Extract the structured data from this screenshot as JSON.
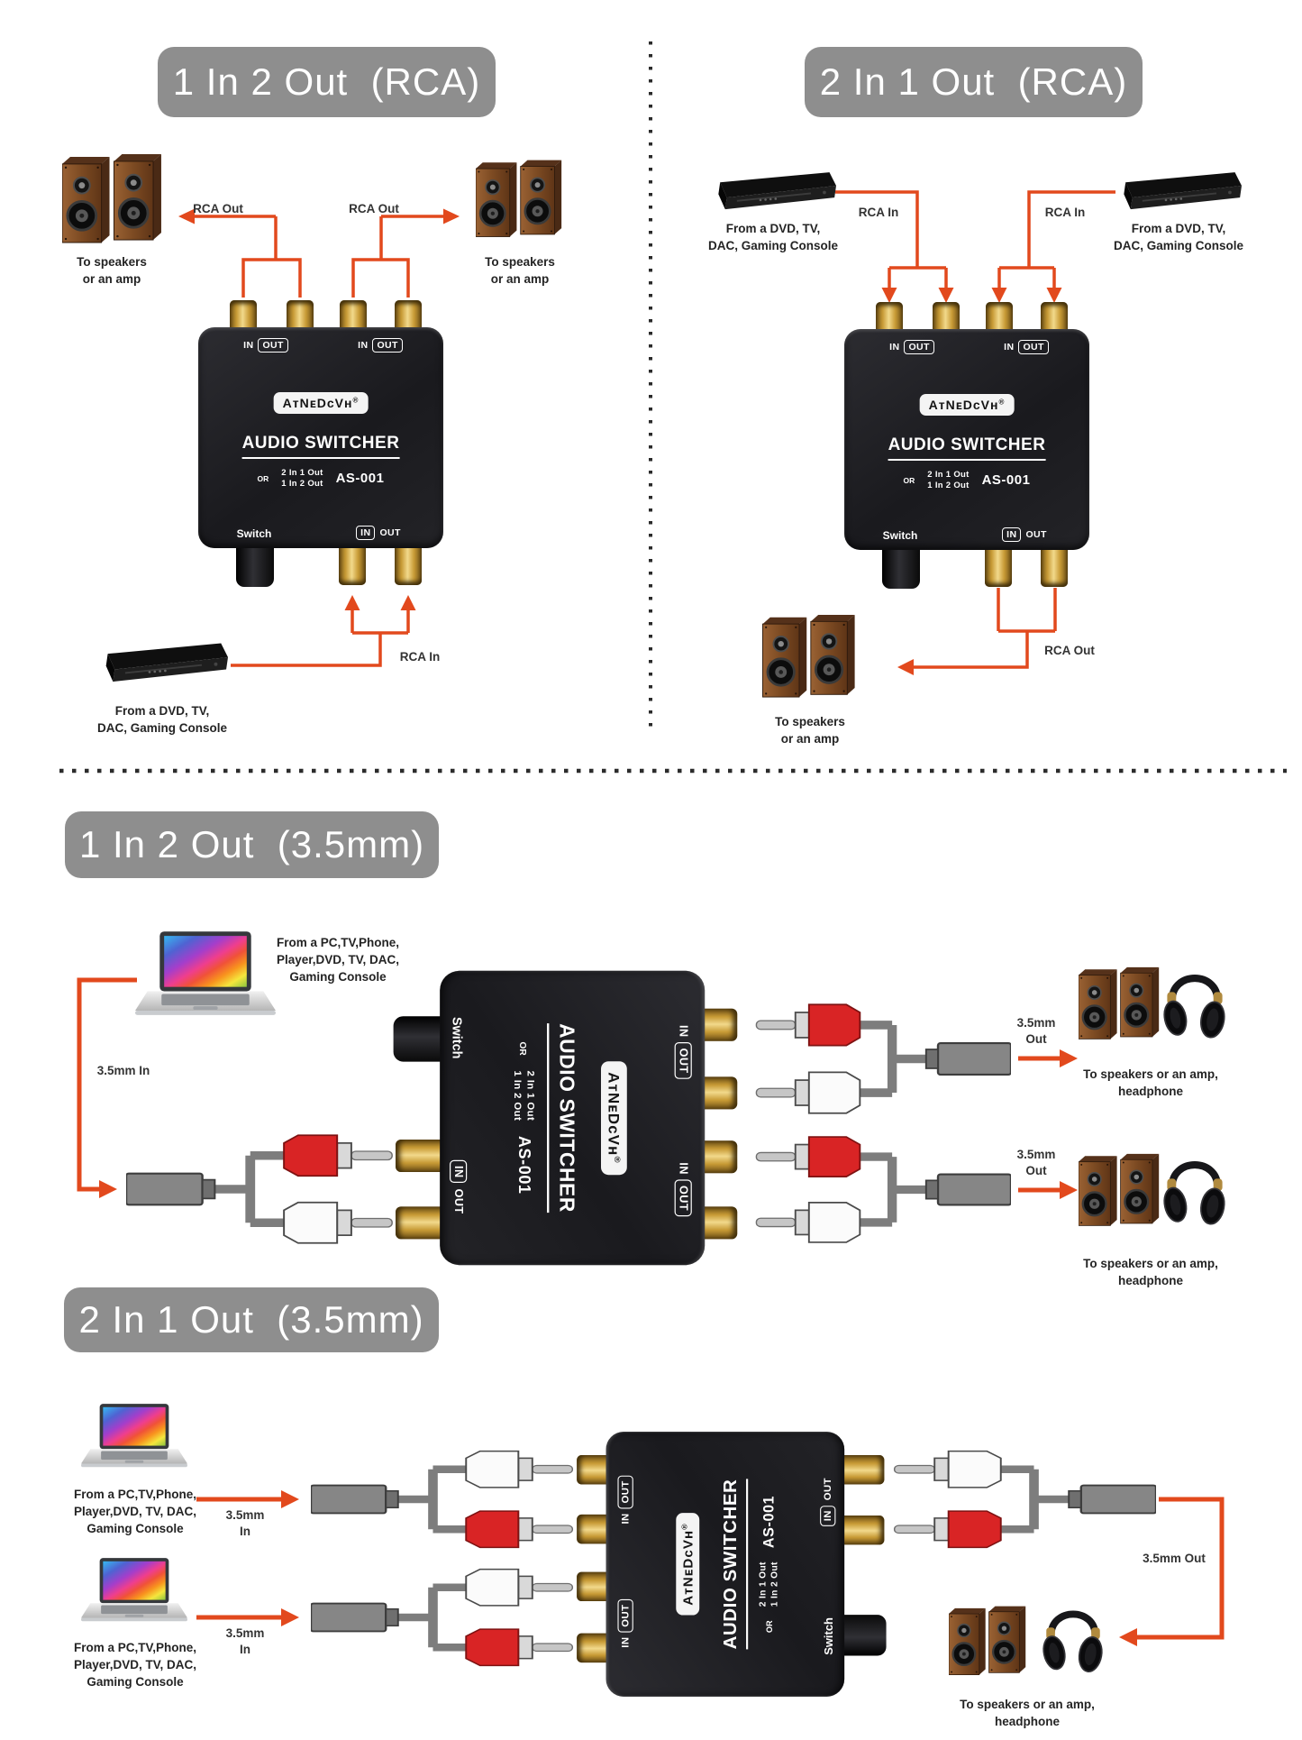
{
  "sections": {
    "rca_1in2out": {
      "title": "1 In 2 Out  (RCA)"
    },
    "rca_2in1out": {
      "title": "2 In 1 Out  (RCA)"
    },
    "mm_1in2out": {
      "title": "1 In 2 Out  (3.5mm)"
    },
    "mm_2in1out": {
      "title": "2 In 1 Out  (3.5mm)"
    }
  },
  "labels": {
    "rca_out": "RCA  Out",
    "rca_in": "RCA  In",
    "mm_in": "3.5mm In",
    "mm_out": "3.5mm Out",
    "mm": "3.5mm",
    "in_word": "In",
    "out_word": "Out"
  },
  "captions": {
    "speakers_1": "To speakers",
    "speakers_2": "or an amp",
    "dvd_1": "From a DVD, TV,",
    "dvd_2": "DAC, Gaming Console",
    "pc_1": "From a PC,TV,Phone,",
    "pc_2": "Player,DVD, TV, DAC,",
    "pc_3": "Gaming Console",
    "sp_hp_1": "To speakers or an amp,",
    "sp_hp_2": "headphone"
  },
  "device": {
    "brand": "AᴛNᴇDᴄVʜ",
    "reg": "®",
    "product": "AUDIO SWITCHER",
    "or": "OR",
    "mode_a": "2 In 1 Out",
    "mode_b": "1 In 2 Out",
    "model": "AS-001",
    "switch_label": "Switch",
    "in_label": "IN",
    "out_label": "OUT"
  },
  "colors": {
    "accent": "#e2491d",
    "header_bg": "#8e8e8e",
    "device_body": "#1e1e22",
    "gold": "#caa23c",
    "plug_red": "#d92425",
    "cable_gray": "#7d7d7d"
  }
}
